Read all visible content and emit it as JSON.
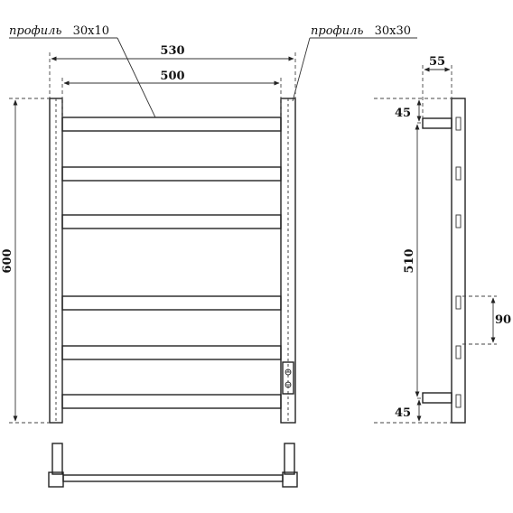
{
  "notes": {
    "left_profile_word": "профиль",
    "left_profile_size": "30x10",
    "right_profile_word": "профиль",
    "right_profile_size": "30x30"
  },
  "front_view": {
    "overall_width": "530",
    "inner_width": "500",
    "height": "600"
  },
  "side_view": {
    "depth": "55",
    "top_offset": "45",
    "mount_spacing": "510",
    "rung_gap": "90",
    "bottom_offset": "45"
  },
  "colors": {
    "ink": "#222222",
    "background": "#ffffff"
  }
}
